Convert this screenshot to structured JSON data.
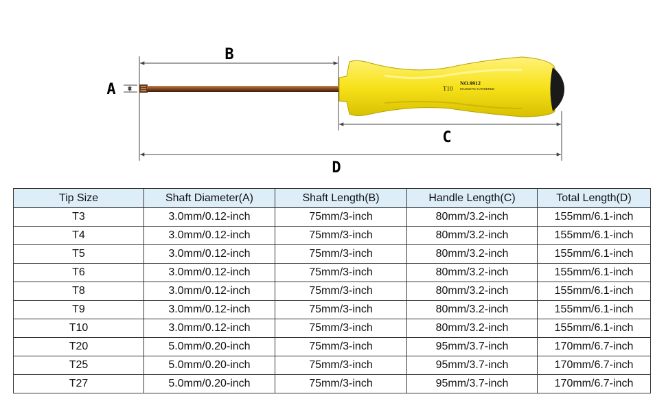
{
  "diagram": {
    "labels": {
      "a": "A",
      "b": "B",
      "c": "C",
      "d": "D"
    },
    "handle": {
      "model": "NO.9912",
      "size": "T10",
      "text": "MAGNETIC HARDENED"
    },
    "colors": {
      "handle": "#f7e21a",
      "handle_shade": "#d8c000",
      "shaft": "#8a4a22",
      "cap": "#1a1a1a",
      "lines": "#444444"
    }
  },
  "table": {
    "headers": [
      "Tip Size",
      "Shaft Diameter(A)",
      "Shaft Length(B)",
      "Handle Length(C)",
      "Total Length(D)"
    ],
    "rows": [
      [
        "T3",
        "3.0mm/0.12-inch",
        "75mm/3-inch",
        "80mm/3.2-inch",
        "155mm/6.1-inch"
      ],
      [
        "T4",
        "3.0mm/0.12-inch",
        "75mm/3-inch",
        "80mm/3.2-inch",
        "155mm/6.1-inch"
      ],
      [
        "T5",
        "3.0mm/0.12-inch",
        "75mm/3-inch",
        "80mm/3.2-inch",
        "155mm/6.1-inch"
      ],
      [
        "T6",
        "3.0mm/0.12-inch",
        "75mm/3-inch",
        "80mm/3.2-inch",
        "155mm/6.1-inch"
      ],
      [
        "T8",
        "3.0mm/0.12-inch",
        "75mm/3-inch",
        "80mm/3.2-inch",
        "155mm/6.1-inch"
      ],
      [
        "T9",
        "3.0mm/0.12-inch",
        "75mm/3-inch",
        "80mm/3.2-inch",
        "155mm/6.1-inch"
      ],
      [
        "T10",
        "3.0mm/0.12-inch",
        "75mm/3-inch",
        "80mm/3.2-inch",
        "155mm/6.1-inch"
      ],
      [
        "T20",
        "5.0mm/0.20-inch",
        "75mm/3-inch",
        "95mm/3.7-inch",
        "170mm/6.7-inch"
      ],
      [
        "T25",
        "5.0mm/0.20-inch",
        "75mm/3-inch",
        "95mm/3.7-inch",
        "170mm/6.7-inch"
      ],
      [
        "T27",
        "5.0mm/0.20-inch",
        "75mm/3-inch",
        "95mm/3.7-inch",
        "170mm/6.7-inch"
      ]
    ]
  }
}
